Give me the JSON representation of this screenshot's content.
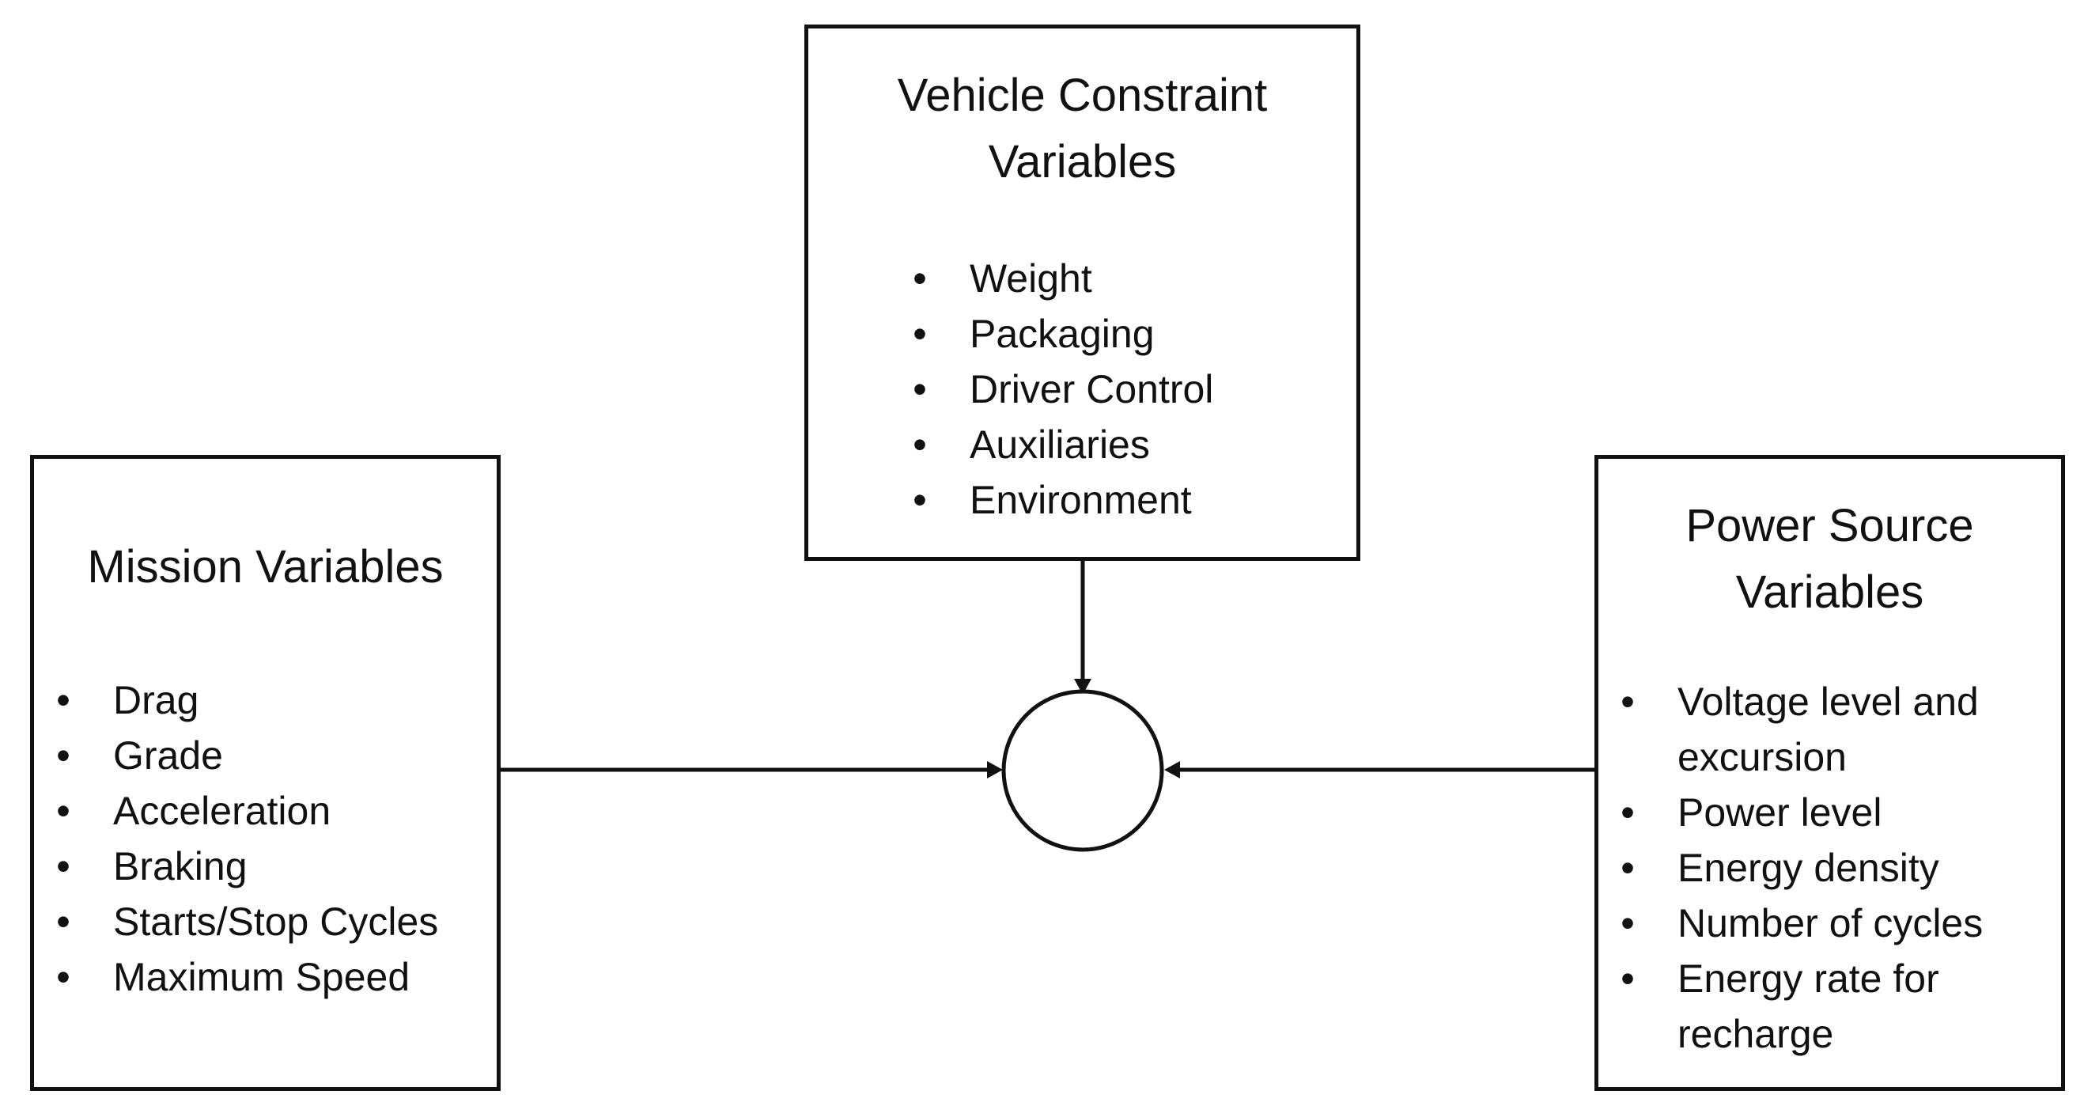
{
  "vehicle_box": {
    "title_line1": "Vehicle Constraint",
    "title_line2": "Variables",
    "items": [
      "Weight",
      "Packaging",
      "Driver Control",
      "Auxiliaries",
      "Environment"
    ]
  },
  "mission_box": {
    "title": "Mission Variables",
    "items": [
      "Drag",
      "Grade",
      "Acceleration",
      "Braking",
      "Starts/Stop Cycles",
      "Maximum Speed"
    ]
  },
  "power_box": {
    "title_line1": "Power Source",
    "title_line2": "Variables",
    "items": [
      "Voltage level and excursion",
      "Power level",
      "Energy density",
      "Number of cycles",
      "Energy rate for recharge"
    ]
  },
  "bullet_symbol": "•",
  "colors": {
    "stroke": "#111111",
    "background": "#ffffff"
  }
}
